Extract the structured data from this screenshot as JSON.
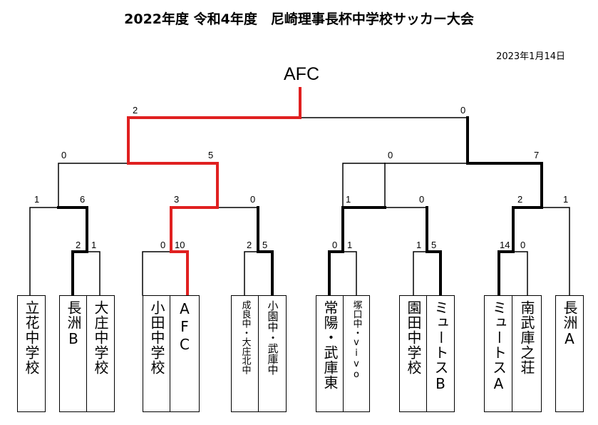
{
  "header": {
    "title": "2022年度 令和4年度　尼崎理事長杯中学校サッカー大会",
    "date": "2023年1月14日"
  },
  "champion": "AFC",
  "scores": {
    "final_left": "2",
    "final_right": "0",
    "sf1_left": "0",
    "sf1_right": "5",
    "sf2_left": "0",
    "sf2_right": "7",
    "r2_1_left": "1",
    "r2_1_right": "6",
    "r2_2_left": "3",
    "r2_2_right": "0",
    "r2_3_left": "1",
    "r2_3_right": "0",
    "r2_4_left": "2",
    "r2_4_right": "1",
    "r1_1_left": "2",
    "r1_1_right": "1",
    "r1_2_left": "0",
    "r1_2_right": "10",
    "r1_3_left": "2",
    "r1_3_right": "5",
    "r1_4_left": "0",
    "r1_4_right": "1",
    "r1_5_left": "1",
    "r1_5_right": "5",
    "r1_6_left": "14",
    "r1_6_right": "0"
  },
  "teams": [
    "立花中学校",
    "長洲B",
    "大庄中学校",
    "小田中学校",
    "AFC",
    "成良中・大庄北中",
    "小園中・武庫中",
    "常陽・武庫東",
    "塚口中・vivo",
    "園田中学校",
    "ミュートスB",
    "ミュートスA",
    "南武庫之荘",
    "長洲A"
  ],
  "colors": {
    "winner_path": "#e02020",
    "line": "#000000"
  }
}
